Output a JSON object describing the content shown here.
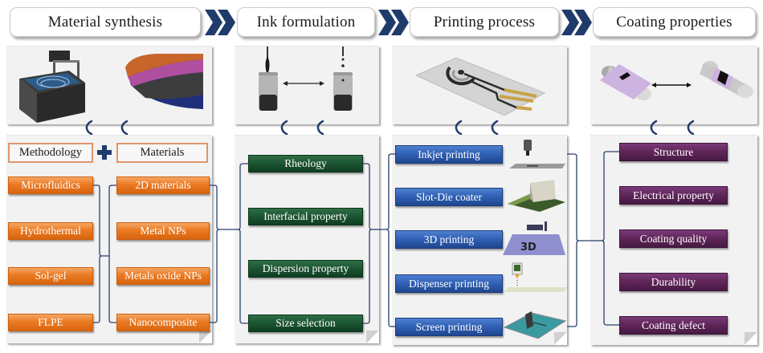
{
  "stages": [
    {
      "title": "Material synthesis"
    },
    {
      "title": "Ink formulation"
    },
    {
      "title": "Printing process"
    },
    {
      "title": "Coating properties"
    }
  ],
  "flow_icon": "double-chevron-right-icon",
  "material_synthesis": {
    "illustrations": [
      "microfluidic-reactor-illustration",
      "layered-2d-material-wafer-illustration"
    ],
    "methodology_label": "Methodology",
    "plus_icon": "plus-icon",
    "materials_label": "Materials",
    "methodology_items": [
      "Microfluidics",
      "Hydrothermal",
      "Sol-gel",
      "FLPE"
    ],
    "materials_items": [
      "2D materials",
      "Metal NPs",
      "Metals oxide NPs",
      "Nanocomposite"
    ]
  },
  "ink_formulation": {
    "illustrations": [
      "viscous-ink-vial-illustration",
      "dripping-ink-vial-illustration"
    ],
    "items": [
      "Rheology",
      "Interfacial property",
      "Dispersion property",
      "Size selection"
    ]
  },
  "printing_process": {
    "illustrations": [
      "printed-electrode-sensor-illustration"
    ],
    "items": [
      {
        "label": "Inkjet printing",
        "icon": "inkjet-printer-icon"
      },
      {
        "label": "Slot-Die coater",
        "icon": "slot-die-coater-icon"
      },
      {
        "label": "3D printing",
        "icon": "3d-printer-icon"
      },
      {
        "label": "Dispenser printing",
        "icon": "dispenser-icon"
      },
      {
        "label": "Screen printing",
        "icon": "screen-printing-icon"
      }
    ]
  },
  "coating_properties": {
    "illustrations": [
      "flexible-film-bending-illustration"
    ],
    "items": [
      "Structure",
      "Electrical property",
      "Coating quality",
      "Durability",
      "Coating defect"
    ]
  },
  "colors": {
    "chevron": "#1f3b6b",
    "connector": "#2a3f6b",
    "orange": "#ea7a22",
    "green": "#1c5432",
    "blue": "#2f5fb2",
    "purple": "#5e2558"
  }
}
